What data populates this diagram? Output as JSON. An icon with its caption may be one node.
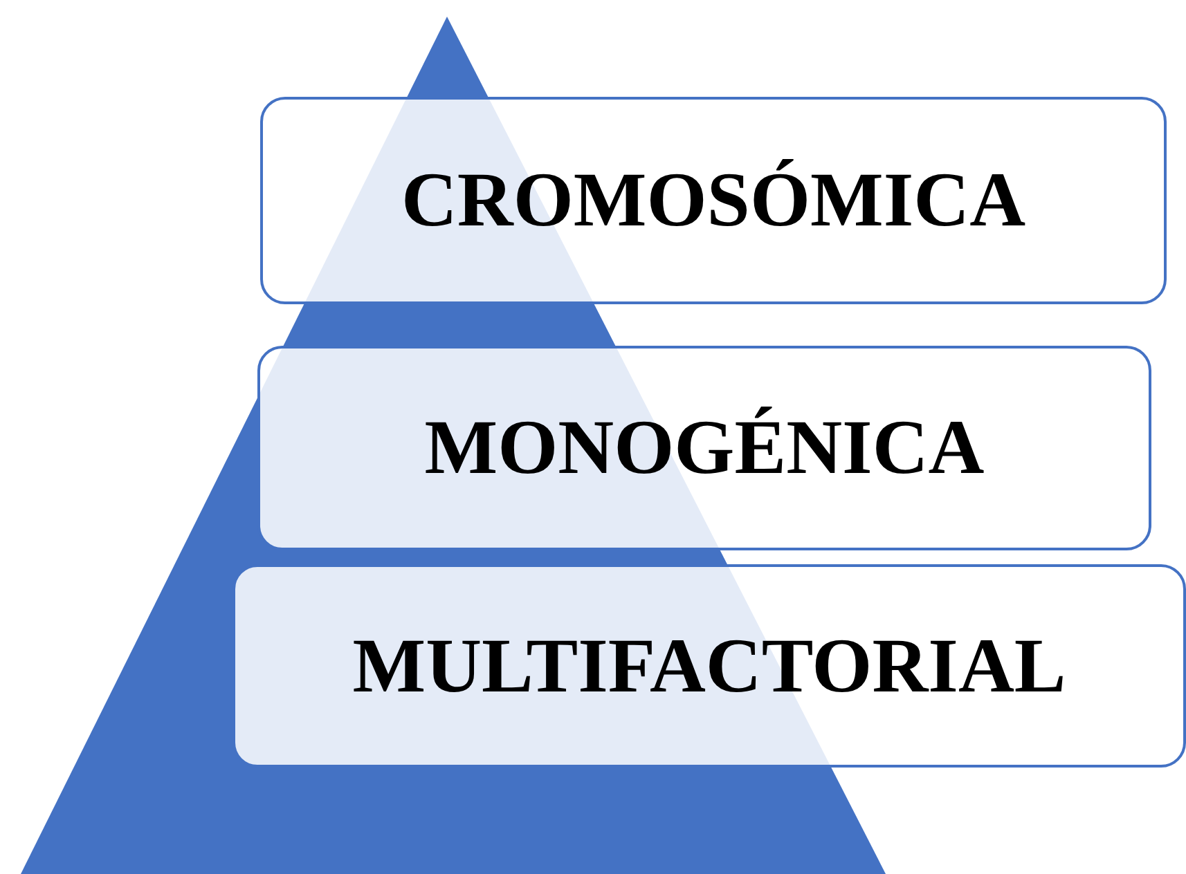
{
  "diagram": {
    "nodes": [
      {
        "text": [
          "CROMOSÓMICA"
        ]
      },
      {
        "text": [
          "MONOGÉNICA"
        ]
      },
      {
        "text": [
          "MULTIFACTORIAL"
        ]
      }
    ]
  }
}
